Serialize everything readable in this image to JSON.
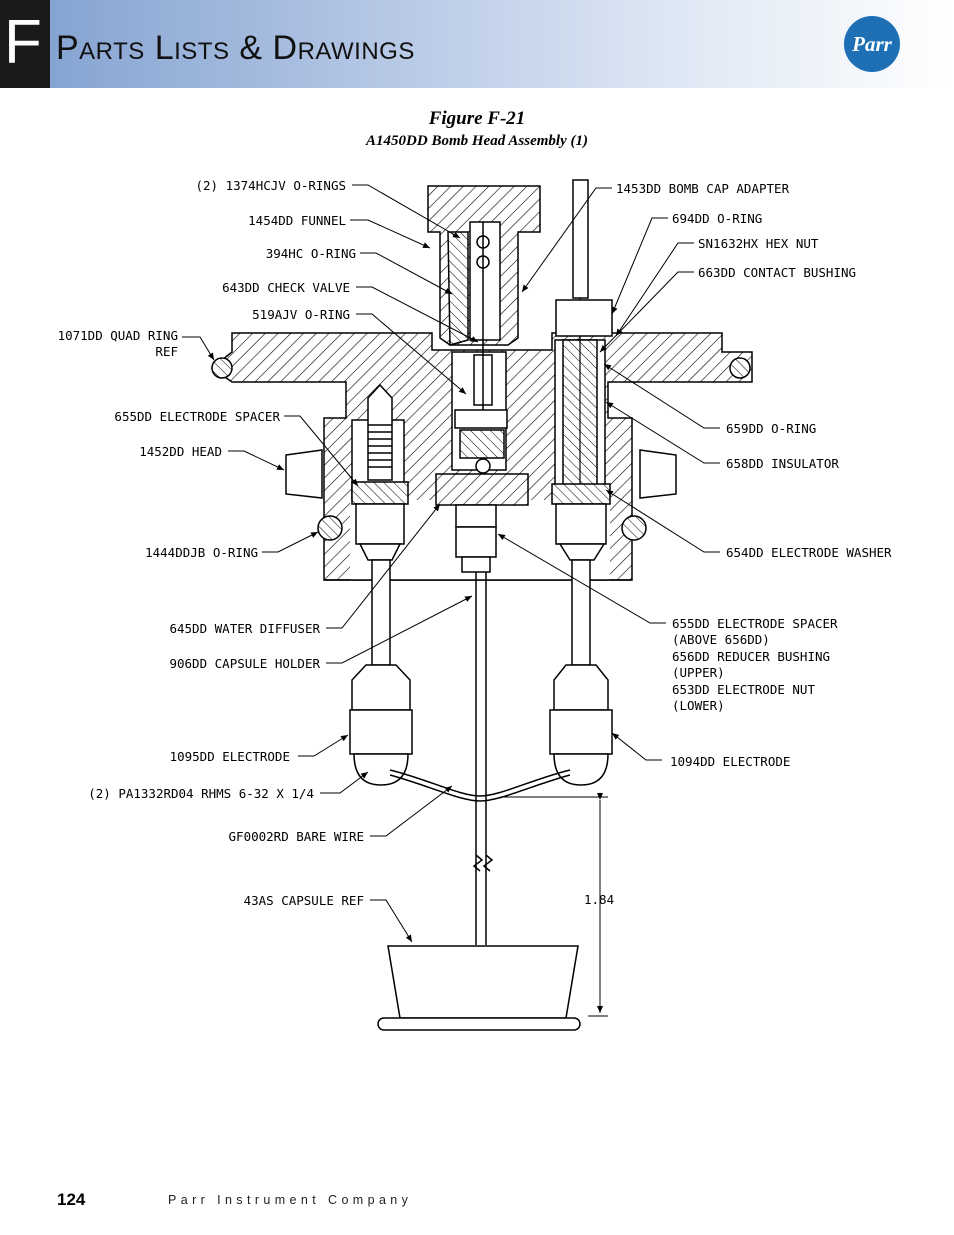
{
  "header": {
    "section_letter": "F",
    "section_title": "Parts Lists & Drawings",
    "logo_text": "Parr",
    "gradient_start": "#7f9fcf",
    "logo_color": "#1f6fb5"
  },
  "figure": {
    "title": "Figure F-21",
    "subtitle": "A1450DD Bomb Head Assembly (1)"
  },
  "labels": {
    "l1": "(2) 1374HCJV O-RINGS",
    "l2": "1454DD FUNNEL",
    "l3": "394HC O-RING",
    "l4": "643DD CHECK VALVE",
    "l5": "519AJV O-RING",
    "l6a": "1071DD QUAD RING",
    "l6b": "REF",
    "l7": "655DD ELECTRODE SPACER",
    "l8": "1452DD HEAD",
    "l9": "1444DDJB O-RING",
    "l10": "645DD WATER DIFFUSER",
    "l11": "906DD CAPSULE HOLDER",
    "l12": "1095DD ELECTRODE",
    "l13": "(2) PA1332RD04 RHMS 6-32 X 1/4",
    "l14": "GF0002RD BARE WIRE",
    "l15": "43AS CAPSULE REF",
    "r1": "1453DD BOMB CAP ADAPTER",
    "r2": "694DD O-RING",
    "r3": "SN1632HX HEX NUT",
    "r4": "663DD CONTACT BUSHING",
    "r5": "659DD O-RING",
    "r6": "658DD INSULATOR",
    "r7": "654DD ELECTRODE WASHER",
    "r8a": "655DD ELECTRODE SPACER",
    "r8b": "(ABOVE 656DD)",
    "r8c": "656DD REDUCER BUSHING",
    "r8d": "(UPPER)",
    "r8e": "653DD ELECTRODE NUT",
    "r8f": "(LOWER)",
    "r9": "1094DD ELECTRODE",
    "dim": "1.84"
  },
  "footer": {
    "page_number": "124",
    "company": "Parr Instrument Company"
  }
}
